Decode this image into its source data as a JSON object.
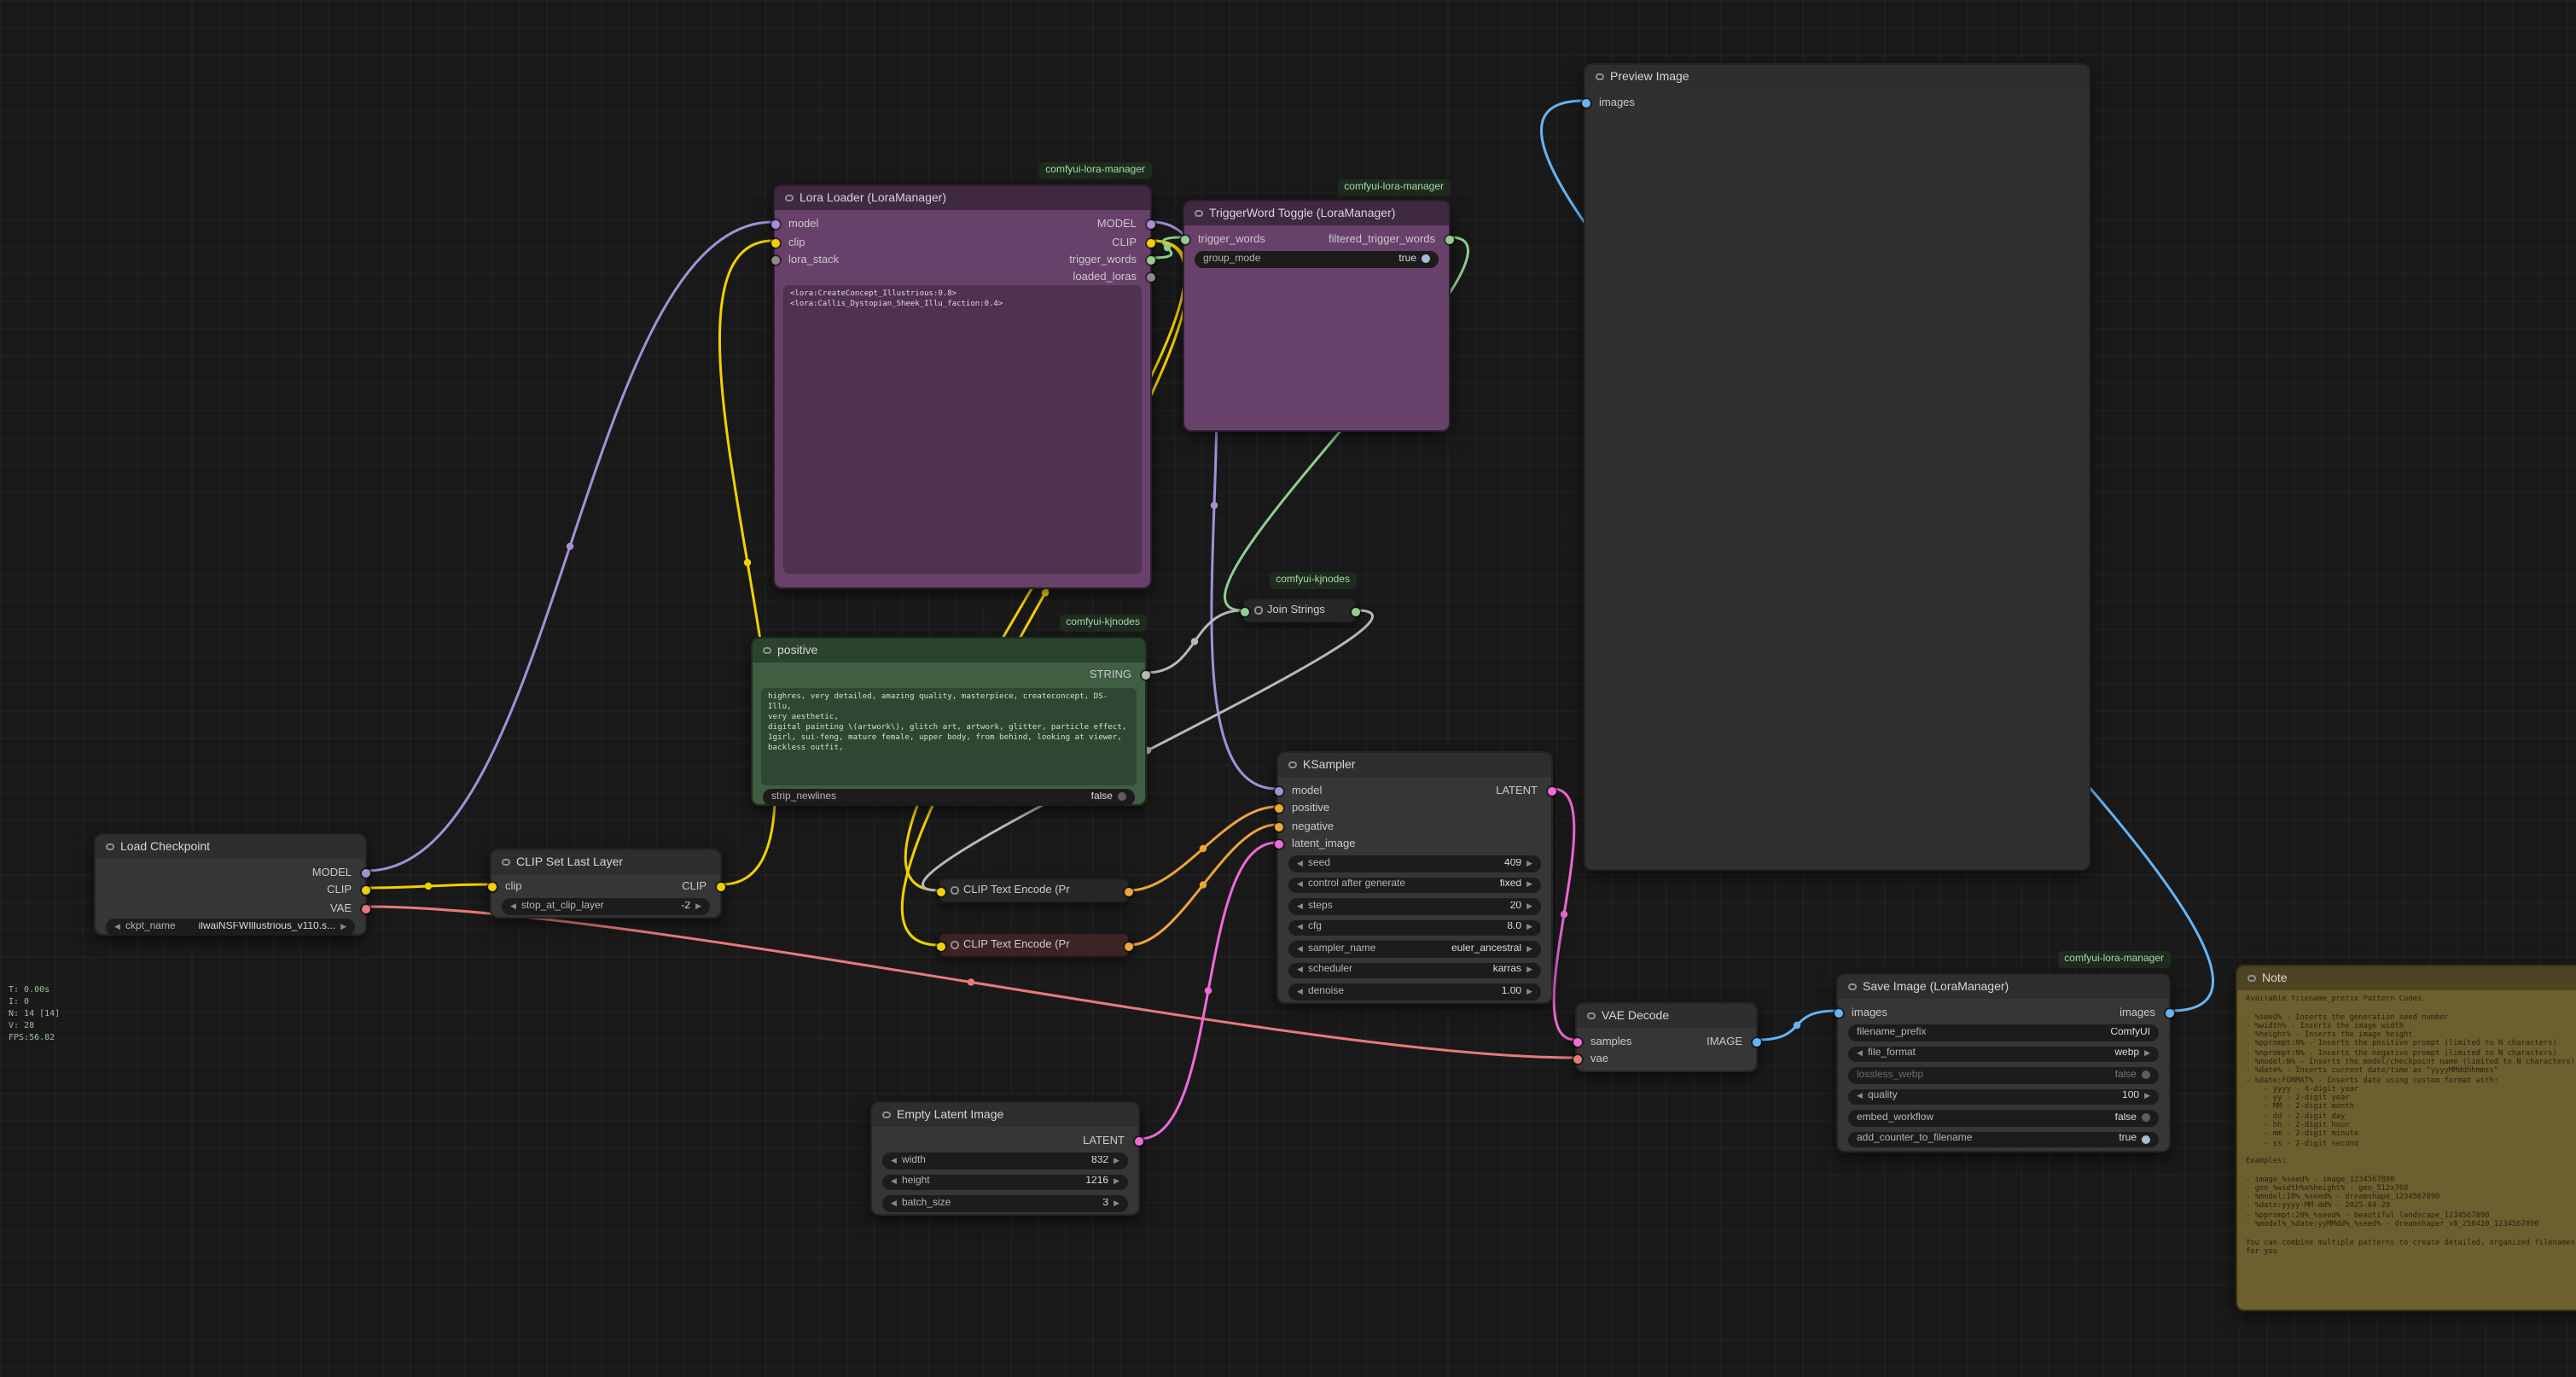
{
  "app": {
    "name": "ComfyUI node graph"
  },
  "link_colors": {
    "model": "#a58fd8",
    "clip": "#f2d000",
    "vae": "#e87a7a",
    "conditioning": "#eda439",
    "latent": "#f06ad8",
    "image": "#64b5f6",
    "string": "#b8b8b8",
    "trigger": "#8fd08f",
    "misc": "#8a8a8a"
  },
  "icons": {
    "left_arrow": "◀",
    "right_arrow": "▶"
  },
  "badges": {
    "lora_manager": "comfyui-lora-manager",
    "kjnodes": "comfyui-kjnodes"
  },
  "stats": {
    "lines": [
      "T: 0.00s",
      "I: 0",
      "N: 14 [14]",
      "V: 28",
      "FPS:56.82"
    ]
  },
  "nodes": {
    "load_checkpoint": {
      "title": "Load Checkpoint",
      "outputs": [
        "MODEL",
        "CLIP",
        "VAE"
      ],
      "widget": {
        "label": "ckpt_name",
        "value": "ilwaiNSFWIllustrious_v110.s..."
      }
    },
    "clip_set_last_layer": {
      "title": "CLIP Set Last Layer",
      "inputs": [
        "clip"
      ],
      "outputs": [
        "CLIP"
      ],
      "widget": {
        "label": "stop_at_clip_layer",
        "value": "-2"
      }
    },
    "lora_loader": {
      "title": "Lora Loader (LoraManager)",
      "inputs": [
        "model",
        "clip",
        "lora_stack"
      ],
      "outputs": [
        "MODEL",
        "CLIP",
        "trigger_words",
        "loaded_loras"
      ],
      "text": "<lora:CreateConcept_Illustrious:0.8> <lora:Callis_Dystopian_Sheek_Illu_faction:0.4>"
    },
    "triggerword_toggle": {
      "title": "TriggerWord Toggle (LoraManager)",
      "inputs": [
        "trigger_words"
      ],
      "outputs": [
        "filtered_trigger_words"
      ],
      "widget": {
        "label": "group_mode",
        "value": "true"
      }
    },
    "join_strings": {
      "title": "Join Strings"
    },
    "positive": {
      "title": "positive",
      "outputs": [
        "STRING"
      ],
      "text": "highres, very detailed, amazing quality, masterpiece, createconcept, DS-Illu,\nvery aesthetic,\ndigital painting \\(artwork\\), glitch art, artwork, glitter, particle effect,\n1girl, sui-feng, mature female, upper body, from behind, looking at viewer, backless outfit,",
      "widget": {
        "label": "strip_newlines",
        "value": "false"
      }
    },
    "clip_text_encode_1": {
      "title": "CLIP Text Encode (Pr"
    },
    "clip_text_encode_2": {
      "title": "CLIP Text Encode (Pr"
    },
    "ksampler": {
      "title": "KSampler",
      "inputs": [
        "model",
        "positive",
        "negative",
        "latent_image"
      ],
      "outputs": [
        "LATENT"
      ],
      "widgets": [
        {
          "label": "seed",
          "value": "409"
        },
        {
          "label": "control after generate",
          "value": "fixed"
        },
        {
          "label": "steps",
          "value": "20"
        },
        {
          "label": "cfg",
          "value": "8.0"
        },
        {
          "label": "sampler_name",
          "value": "euler_ancestral"
        },
        {
          "label": "scheduler",
          "value": "karras"
        },
        {
          "label": "denoise",
          "value": "1.00"
        }
      ]
    },
    "empty_latent": {
      "title": "Empty Latent Image",
      "outputs": [
        "LATENT"
      ],
      "widgets": [
        {
          "label": "width",
          "value": "832"
        },
        {
          "label": "height",
          "value": "1216"
        },
        {
          "label": "batch_size",
          "value": "3"
        }
      ]
    },
    "vae_decode": {
      "title": "VAE Decode",
      "inputs": [
        "samples",
        "vae"
      ],
      "outputs": [
        "IMAGE"
      ]
    },
    "save_image": {
      "title": "Save Image (LoraManager)",
      "inputs": [
        "images"
      ],
      "outputs": [
        "images"
      ],
      "widgets": [
        {
          "label": "filename_prefix",
          "value": "ComfyUI"
        },
        {
          "label": "file_format",
          "value": "webp"
        },
        {
          "label": "lossless_webp",
          "value": "false"
        },
        {
          "label": "quality",
          "value": "100"
        },
        {
          "label": "embed_workflow",
          "value": "false"
        },
        {
          "label": "add_counter_to_filename",
          "value": "true"
        }
      ]
    },
    "preview_image": {
      "title": "Preview Image",
      "inputs": [
        "images"
      ]
    },
    "note": {
      "title": "Note",
      "lines": [
        "Available filename_prefix Pattern Codes",
        "",
        "- %seed% - Inserts the generation seed number",
        "- %width% - Inserts the image width",
        "- %height% - Inserts the image height",
        "- %pprompt:N% - Inserts the positive prompt (limited to N characters)",
        "- %nprompt:N% - Inserts the negative prompt (limited to N characters)",
        "- %model:N% - Inserts the model/checkpoint name (limited to N characters)",
        "- %date% - Inserts current date/time as \"yyyyMMddhhmmss\"",
        "- %date:FORMAT% - Inserts date using custom format with:",
        "    - yyyy - 4-digit year",
        "    - yy - 2-digit year",
        "    - MM - 2-digit month",
        "    - dd - 2-digit day",
        "    - hh - 2-digit hour",
        "    - mm - 2-digit minute",
        "    - ss - 2-digit second",
        "",
        "Examples:",
        "",
        "- image_%seed% - image_1234567890",
        "- gen_%width%x%height% - gen_512x768",
        "- %model:10%_%seed% - dreamshape_1234567890",
        "- %date:yyyy-MM-dd% - 2025-04-20",
        "- %pprompt:20%_%seed% - beautiful landscape_1234567890",
        "- %model%_%date:yyMMdd%_%seed% - dreamshaper_v8_250420_1234567890",
        "",
        "You can combine multiple patterns to create detailed, organized filenames for you"
      ]
    }
  }
}
